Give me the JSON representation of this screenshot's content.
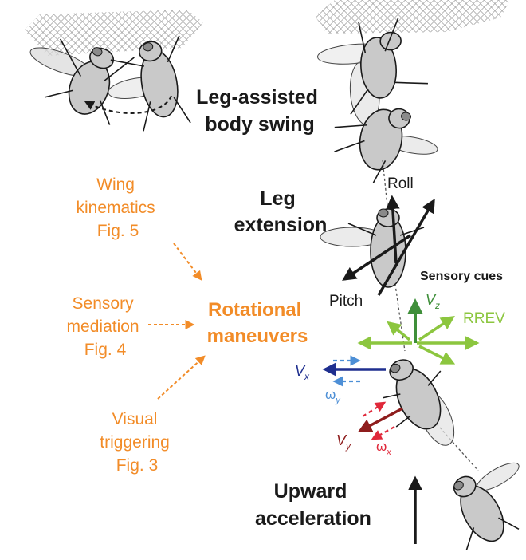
{
  "labels": {
    "leg_assisted_line1": "Leg-assisted",
    "leg_assisted_line2": "body swing",
    "leg_extension_line1": "Leg",
    "leg_extension_line2": "extension",
    "upward_line1": "Upward",
    "upward_line2": "acceleration",
    "rotational_line1": "Rotational",
    "rotational_line2": "maneuvers",
    "wing_kin_line1": "Wing",
    "wing_kin_line2": "kinematics",
    "wing_kin_line3": "Fig. 5",
    "sensory_med_line1": "Sensory",
    "sensory_med_line2": "mediation",
    "sensory_med_line3": "Fig. 4",
    "visual_line1": "Visual",
    "visual_line2": "triggering",
    "visual_line3": "Fig. 3",
    "roll": "Roll",
    "pitch": "Pitch",
    "sensory_cues": "Sensory cues",
    "rrev": "RREV",
    "vz_base": "V",
    "vz_sub": "z",
    "vx_base": "V",
    "vx_sub": "x",
    "wy_base": "ω",
    "wy_sub": "y",
    "vy_base": "V",
    "vy_sub": "y",
    "wx_base": "ω",
    "wx_sub": "x"
  },
  "colors": {
    "orange": "#f28c28",
    "green_light": "#8cc63f",
    "green_dark": "#3f8f3a",
    "blue_dark": "#1f2f8f",
    "blue_light": "#4d8fd6",
    "red_dark": "#8e1d1d",
    "red_light": "#e0283a",
    "black": "#1a1a1a"
  }
}
